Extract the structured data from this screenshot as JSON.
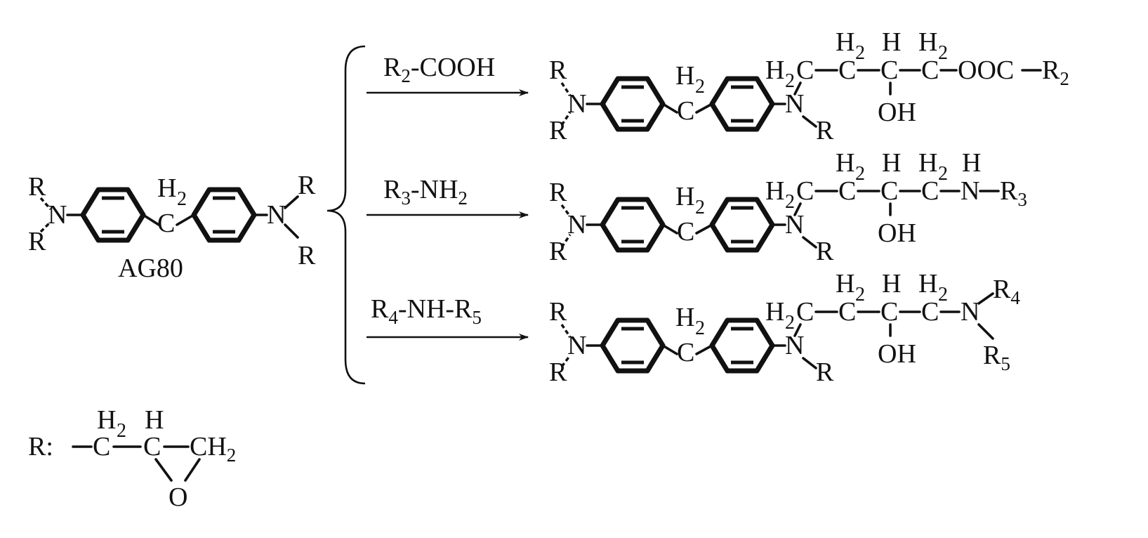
{
  "atoms": {
    "R": "R",
    "N": "N",
    "C": "C",
    "H": "H",
    "H2": "H",
    "H2_sub": "2",
    "O": "O",
    "OH": "OH",
    "OOC": "OOC"
  },
  "start_label": "AG80",
  "legend_label": "R:",
  "legend_ch2": "CH",
  "legend_ch2_sub": "2",
  "reagents": [
    {
      "pre": "R",
      "sub1": "2",
      "mid": "-COOH",
      "sub2": "",
      "post": ""
    },
    {
      "pre": "R",
      "sub1": "3",
      "mid": "-NH",
      "sub2": "2",
      "post": ""
    },
    {
      "pre": "R",
      "sub1": "4",
      "mid": "-NH-R",
      "sub2": "5",
      "post": ""
    }
  ],
  "product_tails": {
    "p1_end": "R",
    "p1_end_sub": "2",
    "p2_end": "R",
    "p2_end_sub": "3",
    "p3_r4": "R",
    "p3_r4_sub": "4",
    "p3_r5": "R",
    "p3_r5_sub": "5"
  }
}
